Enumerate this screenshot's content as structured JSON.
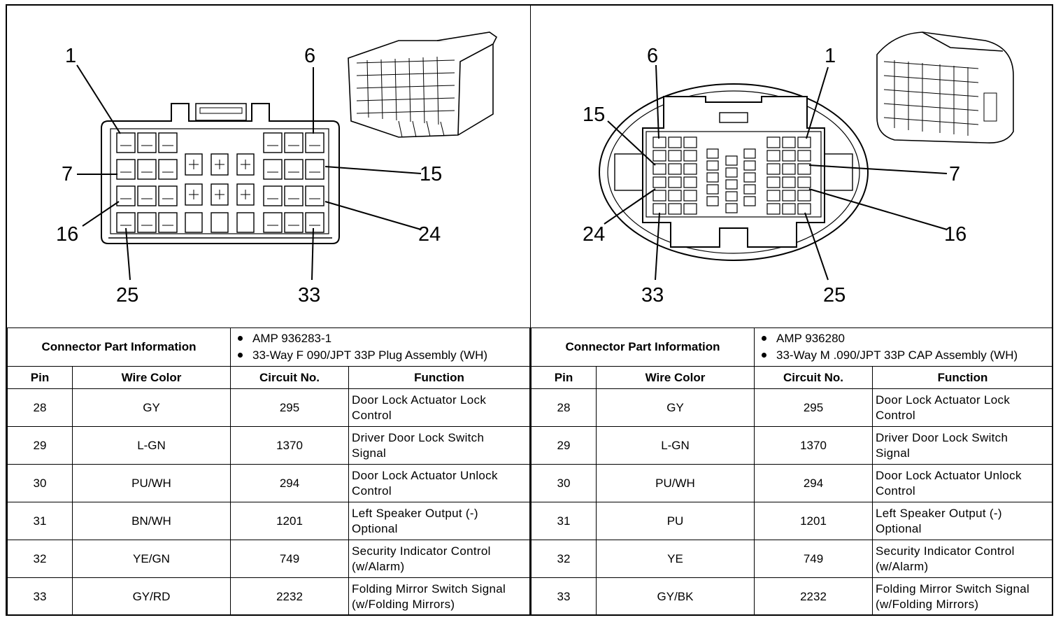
{
  "connectors": [
    {
      "callouts": [
        "1",
        "6",
        "7",
        "15",
        "16",
        "24",
        "25",
        "33"
      ],
      "part_info_label": "Connector Part Information",
      "part_info": [
        "AMP 936283-1",
        "33-Way F 090/JPT 33P Plug Assembly (WH)"
      ],
      "columns": [
        "Pin",
        "Wire Color",
        "Circuit No.",
        "Function"
      ],
      "rows": [
        {
          "pin": "28",
          "wire": "GY",
          "circuit": "295",
          "function": [
            "Door Lock Actuator Lock",
            "Control"
          ]
        },
        {
          "pin": "29",
          "wire": "L-GN",
          "circuit": "1370",
          "function": [
            "Driver Door Lock Switch",
            "Signal"
          ]
        },
        {
          "pin": "30",
          "wire": "PU/WH",
          "circuit": "294",
          "function": [
            "Door Lock Actuator Unlock",
            "Control"
          ]
        },
        {
          "pin": "31",
          "wire": "BN/WH",
          "circuit": "1201",
          "function": [
            "Left Speaker Output (-)",
            "Optional"
          ]
        },
        {
          "pin": "32",
          "wire": "YE/GN",
          "circuit": "749",
          "function": [
            "Security Indicator Control",
            "(w/Alarm)"
          ]
        },
        {
          "pin": "33",
          "wire": "GY/RD",
          "circuit": "2232",
          "function": [
            "Folding Mirror Switch Signal",
            "(w/Folding Mirrors)"
          ]
        }
      ]
    },
    {
      "callouts": [
        "6",
        "1",
        "15",
        "7",
        "24",
        "16",
        "33",
        "25"
      ],
      "part_info_label": "Connector Part Information",
      "part_info": [
        "AMP 936280",
        "33-Way M .090/JPT 33P CAP Assembly (WH)"
      ],
      "columns": [
        "Pin",
        "Wire Color",
        "Circuit No.",
        "Function"
      ],
      "rows": [
        {
          "pin": "28",
          "wire": "GY",
          "circuit": "295",
          "function": [
            "Door Lock Actuator Lock",
            "Control"
          ]
        },
        {
          "pin": "29",
          "wire": "L-GN",
          "circuit": "1370",
          "function": [
            "Driver Door Lock Switch",
            "Signal"
          ]
        },
        {
          "pin": "30",
          "wire": "PU/WH",
          "circuit": "294",
          "function": [
            "Door Lock Actuator Unlock",
            "Control"
          ]
        },
        {
          "pin": "31",
          "wire": "PU",
          "circuit": "1201",
          "function": [
            "Left Speaker Output (-)",
            "Optional"
          ]
        },
        {
          "pin": "32",
          "wire": "YE",
          "circuit": "749",
          "function": [
            "Security Indicator Control",
            "(w/Alarm)"
          ]
        },
        {
          "pin": "33",
          "wire": "GY/BK",
          "circuit": "2232",
          "function": [
            "Folding Mirror Switch Signal",
            "(w/Folding Mirrors)"
          ]
        }
      ]
    }
  ]
}
